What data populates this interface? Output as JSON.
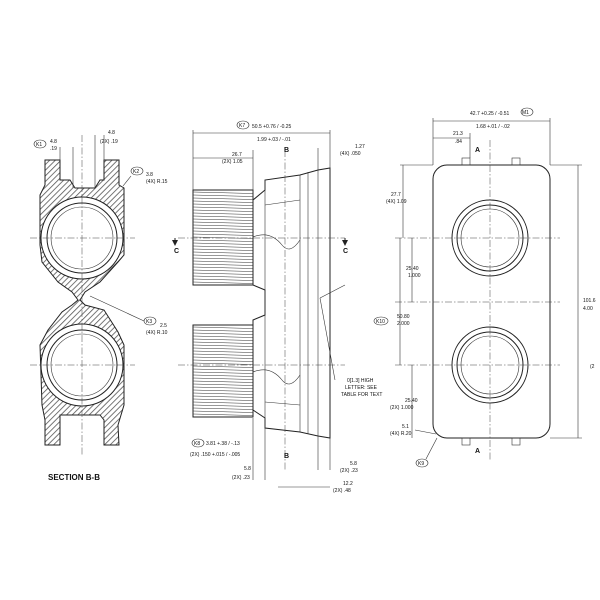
{
  "section_label": "SECTION B-B",
  "section_marks": {
    "b": "B",
    "c": "C",
    "a": "A"
  },
  "left_view": {
    "k1": "K1",
    "d1": "4.8",
    "d1b": ".19",
    "d2": "4.8",
    "d2b": "(2X) .19",
    "k2": "K2",
    "d3": "3.8",
    "d3b": "(4X) R.15",
    "k3": "K3",
    "d4": "2.5",
    "d4b": "(4X) R.10"
  },
  "mid_view": {
    "k7": "K7",
    "d_top1": "50.5 +0.76 / -0.25",
    "d_top1b": "1.99 +.03 / -.01",
    "d_top2": "26.7",
    "d_top2b": "(2X) 1.05",
    "d_top3": "1.27",
    "d_top3b": "(4X) .050",
    "k8": "K8",
    "d_k8": "3.81 +.38 / -.13",
    "d_k8b": "(2X) .150 +.015 / -.005",
    "d_b1": "5.8",
    "d_b1b": "(2X) .23",
    "d_b2": "5.8",
    "d_b2b": "(2X) .23",
    "d_b3": "12.2",
    "d_b3b": "(2X) .48",
    "note1": "0[1.3] HIGH",
    "note2": "LETTER: SEE",
    "note3": "TABLE FOR TEXT"
  },
  "right_view": {
    "m1": "M1",
    "d_top1": "42.7 +0.25 / -0.51",
    "d_top1b": "1.68 +.01 / -.02",
    "d_top2": "21.3",
    "d_top2b": ".84",
    "d_l1": "27.7",
    "d_l1b": "(4X) 1.09",
    "d_l2": "25.40",
    "d_l2b": "1.000",
    "k10": "K10",
    "d_l3": "50.80",
    "d_l3b": "2.000",
    "d_l4": "25.40",
    "d_l4b": "(2X) 1.000",
    "d_l5": "5.1",
    "d_l5b": "(4X) R.20",
    "k9": "K9",
    "d_r1": "101.6",
    "d_r1b": "4.00",
    "d_r2": "(2"
  }
}
